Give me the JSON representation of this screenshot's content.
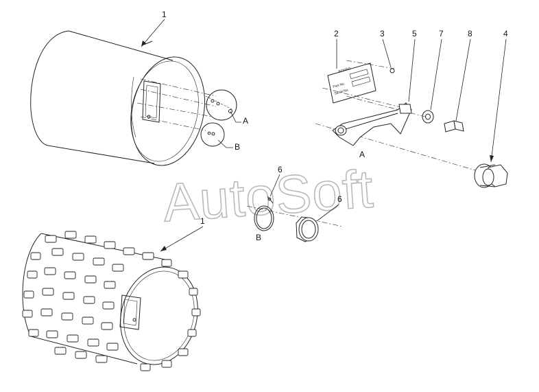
{
  "watermark": "AutoSoft",
  "callouts": {
    "c1_top": "1",
    "c1_bottom": "1",
    "c2": "2",
    "c3": "3",
    "c4": "4",
    "c5": "5",
    "c6_upper": "6",
    "c6_lower": "6",
    "c7": "7",
    "c8": "8"
  },
  "detail_labels": {
    "a_drum": "A",
    "b_drum": "B",
    "a_detail": "A",
    "b_detail": "B"
  },
  "plate": {
    "brand": "BOMAG",
    "part_label": "Part No.",
    "serial_label": "Serial No."
  },
  "colors": {
    "line": "#222222",
    "watermark": "#b9b9b9",
    "background": "#ffffff"
  }
}
